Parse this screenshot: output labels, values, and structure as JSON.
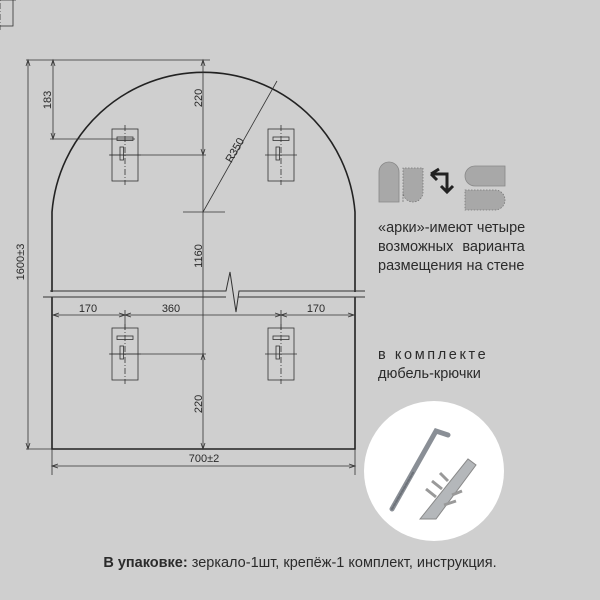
{
  "drawing": {
    "dimensions": {
      "total_height": "1600±3",
      "top_to_bracket": "183",
      "top_to_center_line": "220",
      "radius": "R350",
      "center_to_lower": "1160",
      "left_offset": "170",
      "bracket_spacing": "360",
      "right_offset": "170",
      "bottom_to_center_line": "220",
      "width": "700±2"
    }
  },
  "side_panel": {
    "orientation_note": [
      "«арки»-имеют четыре",
      "возможных варианта",
      "размещения на стене"
    ],
    "kit_note": [
      "в комплекте",
      "дюбель-крючки"
    ]
  },
  "footer": {
    "label": "В упаковке:",
    "text": " зеркало-1шт, крепёж-1 комплект, инструкция."
  },
  "colors": {
    "background": "#cfcfcf",
    "line": "#2a2a2a",
    "shape_fill": "#a8a8a8"
  }
}
